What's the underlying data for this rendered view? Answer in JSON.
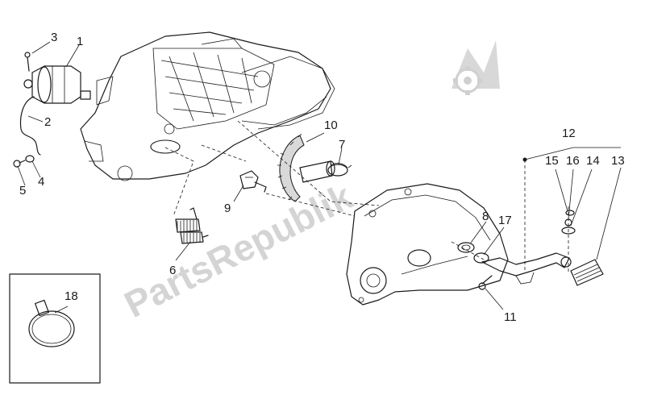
{
  "watermark": {
    "text": "PartsRepublik",
    "color": "#d4d4d4",
    "icon": "gear-flag-logo"
  },
  "callouts": {
    "c1": "1",
    "c2": "2",
    "c3": "3",
    "c4": "4",
    "c5": "5",
    "c6": "6",
    "c7": "7",
    "c8": "8",
    "c9": "9",
    "c10": "10",
    "c11": "11",
    "c12": "12",
    "c13": "13",
    "c14": "14",
    "c15": "15",
    "c16": "16",
    "c17": "17",
    "c18": "18"
  },
  "colors": {
    "line": "#1a1a1a",
    "background": "#ffffff"
  }
}
